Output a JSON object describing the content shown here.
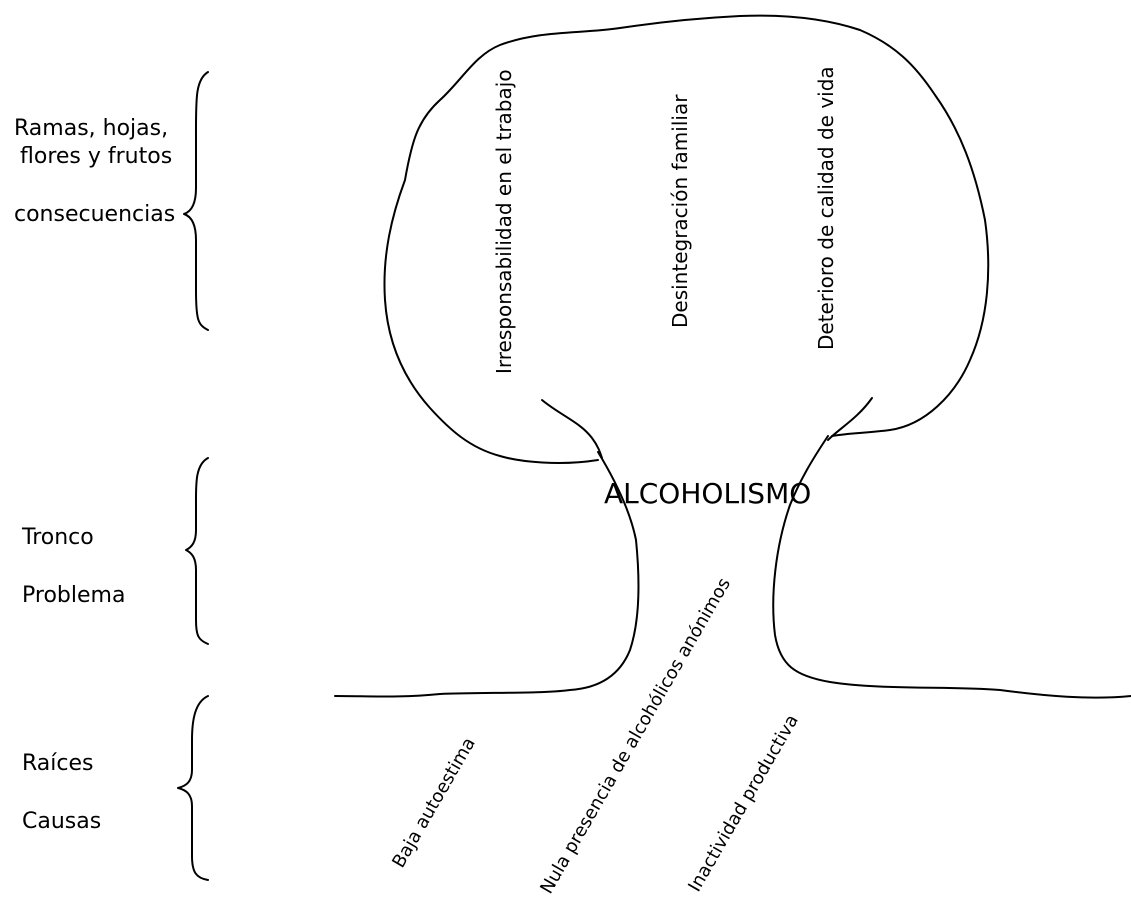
{
  "sections": {
    "crown": {
      "line1": "Ramas, hojas,",
      "line2": "flores y frutos",
      "line3": "consecuencias"
    },
    "trunk": {
      "line1": "Tronco",
      "line2": "Problema"
    },
    "roots": {
      "line1": "Raíces",
      "line2": "Causas"
    }
  },
  "problem": "ALCOHOLISMO",
  "consequences": [
    "Irresponsabilidad en el trabajo",
    "Desintegración familiar",
    "Deterioro de calidad de vida"
  ],
  "causes": [
    "Baja autoestima",
    "Nula presencia de alcohólicos anónimos",
    "Inactividad productiva"
  ]
}
